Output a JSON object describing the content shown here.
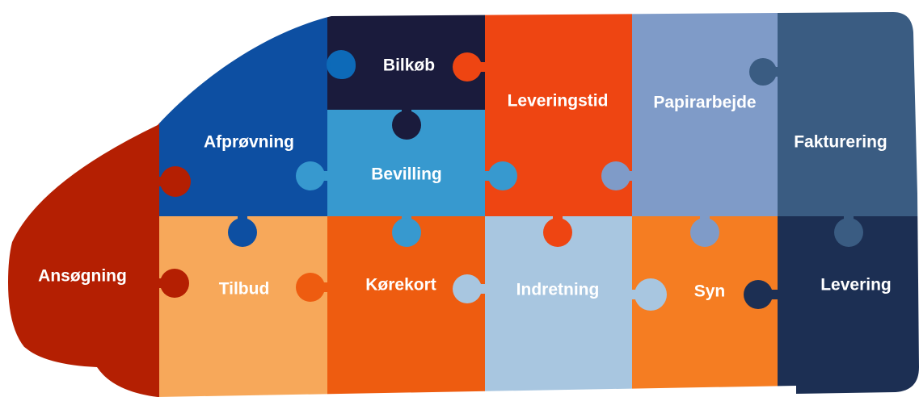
{
  "colors": {
    "ansogning": "#B41F02",
    "afprovning": "#0D4FA2",
    "bilkob": "#1A1B3C",
    "bevilling": "#3799CF",
    "leveringstid": "#EE4512",
    "papirarbejde": "#7F9BC8",
    "fakturering": "#3A5C82",
    "tilbud": "#F7A85A",
    "korekort": "#EE5C10",
    "indretning": "#A8C6E0",
    "syn": "#F57D22",
    "levering": "#1C2F53"
  },
  "pieces": [
    {
      "id": "ansogning",
      "label": "Ansøgning"
    },
    {
      "id": "afprovning",
      "label": "Afprøvning"
    },
    {
      "id": "bilkob",
      "label": "Bilkøb"
    },
    {
      "id": "bevilling",
      "label": "Bevilling"
    },
    {
      "id": "leveringstid",
      "label": "Leveringstid"
    },
    {
      "id": "papirarbejde",
      "label": "Papirarbejde"
    },
    {
      "id": "fakturering",
      "label": "Fakturering"
    },
    {
      "id": "tilbud",
      "label": "Tilbud"
    },
    {
      "id": "korekort",
      "label": "Kørekort"
    },
    {
      "id": "indretning",
      "label": "Indretning"
    },
    {
      "id": "syn",
      "label": "Syn"
    },
    {
      "id": "levering",
      "label": "Levering"
    }
  ]
}
